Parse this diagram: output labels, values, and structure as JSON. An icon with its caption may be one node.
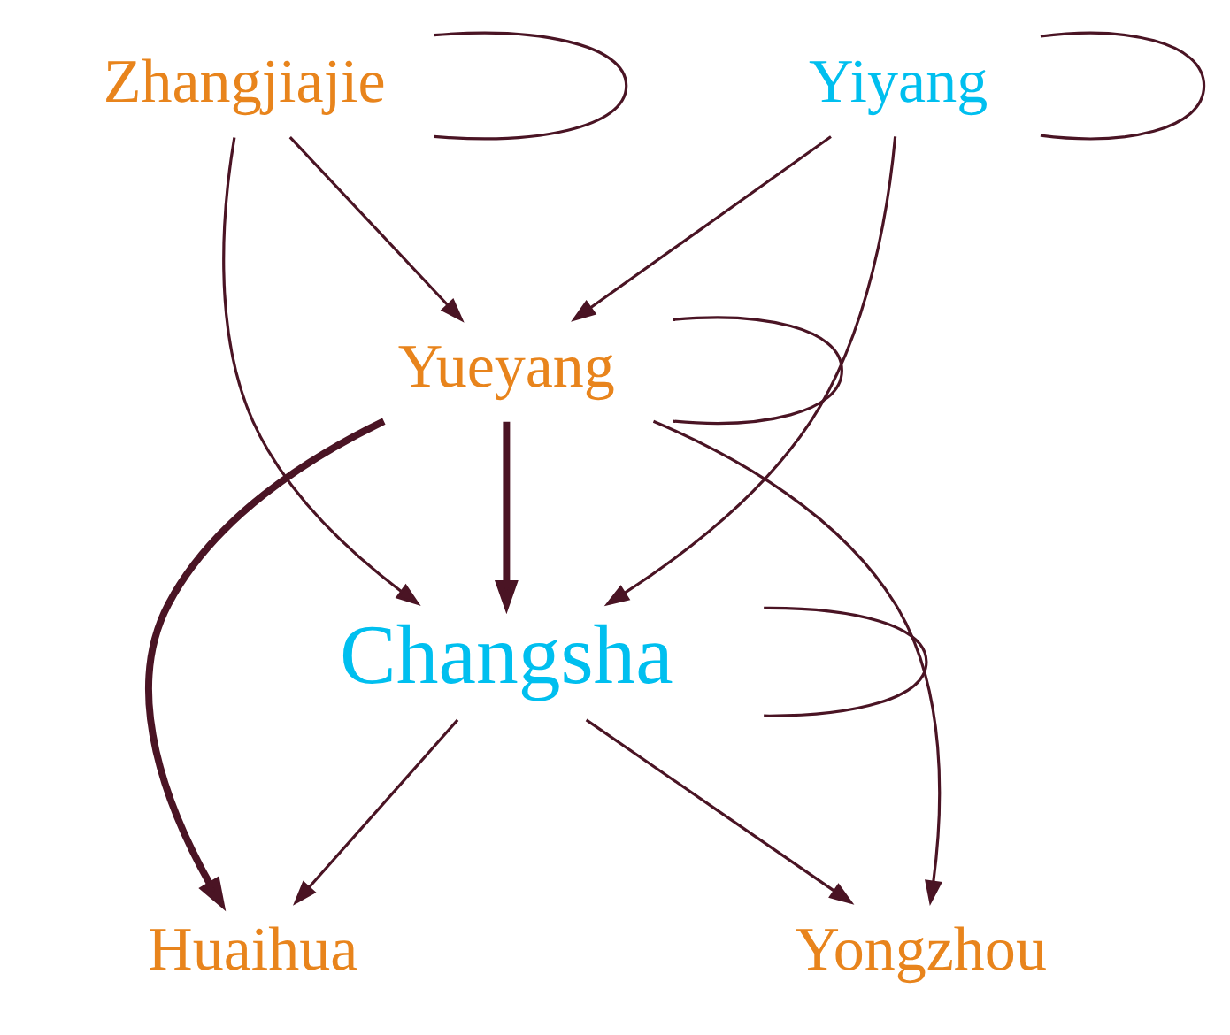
{
  "diagram": {
    "nodes": [
      {
        "text": [
          "Yueyang"
        ]
      },
      {
        "text": [
          "Zhangjiajie"
        ]
      },
      {
        "text": [
          "Yiyang"
        ]
      },
      {
        "text": [
          "Changsha"
        ]
      },
      {
        "text": [
          "Huaihua"
        ]
      },
      {
        "text": [
          "Yongzhou"
        ]
      }
    ],
    "edges": [
      {
        "from": 1,
        "to": 0,
        "arrow": "to"
      },
      {
        "from": 1,
        "to": 3,
        "arrow": "to"
      },
      {
        "from": 2,
        "to": 3,
        "arrow": "to"
      },
      {
        "from": 2,
        "to": 0,
        "arrow": "to"
      },
      {
        "from": 0,
        "to": 4,
        "arrow": "to",
        "style": "thick"
      },
      {
        "from": 0,
        "to": 3,
        "arrow": "to",
        "style": "thick"
      },
      {
        "from": 3,
        "to": 4,
        "arrow": "to"
      },
      {
        "from": 0,
        "to": 5,
        "arrow": "to"
      },
      {
        "from": 3,
        "to": 5,
        "arrow": "to"
      },
      {
        "from": 0,
        "to": 0,
        "arrow": "none"
      },
      {
        "from": 1,
        "to": 1,
        "arrow": "none"
      },
      {
        "from": 2,
        "to": 2,
        "arrow": "none"
      },
      {
        "from": 3,
        "to": 3,
        "arrow": "none"
      }
    ]
  }
}
